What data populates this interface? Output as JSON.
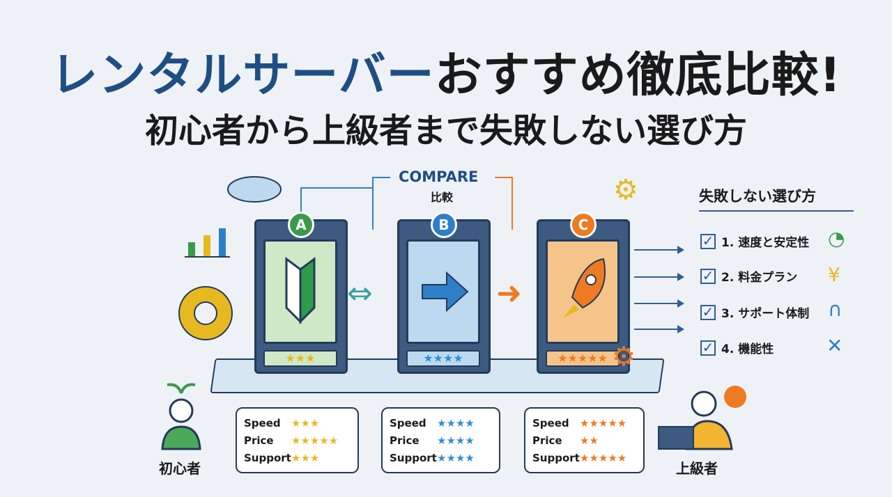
{
  "title": {
    "highlight": "レンタルサーバー",
    "rest": "おすすめ徹底比較!"
  },
  "subtitle": "初心者から上級者まで失敗しない選び方",
  "compare": {
    "en": "COMPARE",
    "ja": "比較"
  },
  "servers": [
    {
      "badge": "A",
      "stars": "★★★",
      "color": "#3a9a4a",
      "screen": "#cfe8c6",
      "star_color": "#e8b820",
      "icon": "beginner-mark-icon"
    },
    {
      "badge": "B",
      "stars": "★★★★",
      "color": "#2f7fc8",
      "screen": "#bcd9f0",
      "star_color": "#2f8fd0",
      "icon": "arrow-right-icon"
    },
    {
      "badge": "C",
      "stars": "★★★★★",
      "color": "#ee7a22",
      "screen": "#f5c48a",
      "star_color": "#ee7a22",
      "icon": "rocket-icon"
    }
  ],
  "ratings": [
    {
      "rows": [
        {
          "label": "Speed",
          "stars": "★★★"
        },
        {
          "label": "Price",
          "stars": "★★★★★"
        },
        {
          "label": "Support",
          "stars": "★★★"
        }
      ]
    },
    {
      "rows": [
        {
          "label": "Speed",
          "stars": "★★★★"
        },
        {
          "label": "Price",
          "stars": "★★★★"
        },
        {
          "label": "Support",
          "stars": "★★★★"
        }
      ]
    },
    {
      "rows": [
        {
          "label": "Speed",
          "stars": "★★★★★"
        },
        {
          "label": "Price",
          "stars": "★★"
        },
        {
          "label": "Support",
          "stars": "★★★★★"
        }
      ]
    }
  ],
  "panel": {
    "title": "失敗しない選び方",
    "items": [
      {
        "label": "1. 速度と安定性",
        "icon": "speedometer-icon"
      },
      {
        "label": "2. 料金プラン",
        "icon": "coins-yen-icon"
      },
      {
        "label": "3. サポート体制",
        "icon": "headset-icon"
      },
      {
        "label": "4. 機能性",
        "icon": "tools-icon"
      }
    ]
  },
  "people": {
    "beginner": "初心者",
    "advanced": "上級者"
  },
  "colors": {
    "title_blue": "#1f4e84",
    "green": "#3a9a4a",
    "blue": "#2f7fc8",
    "orange": "#ee7a22",
    "navy": "#233a5a"
  }
}
